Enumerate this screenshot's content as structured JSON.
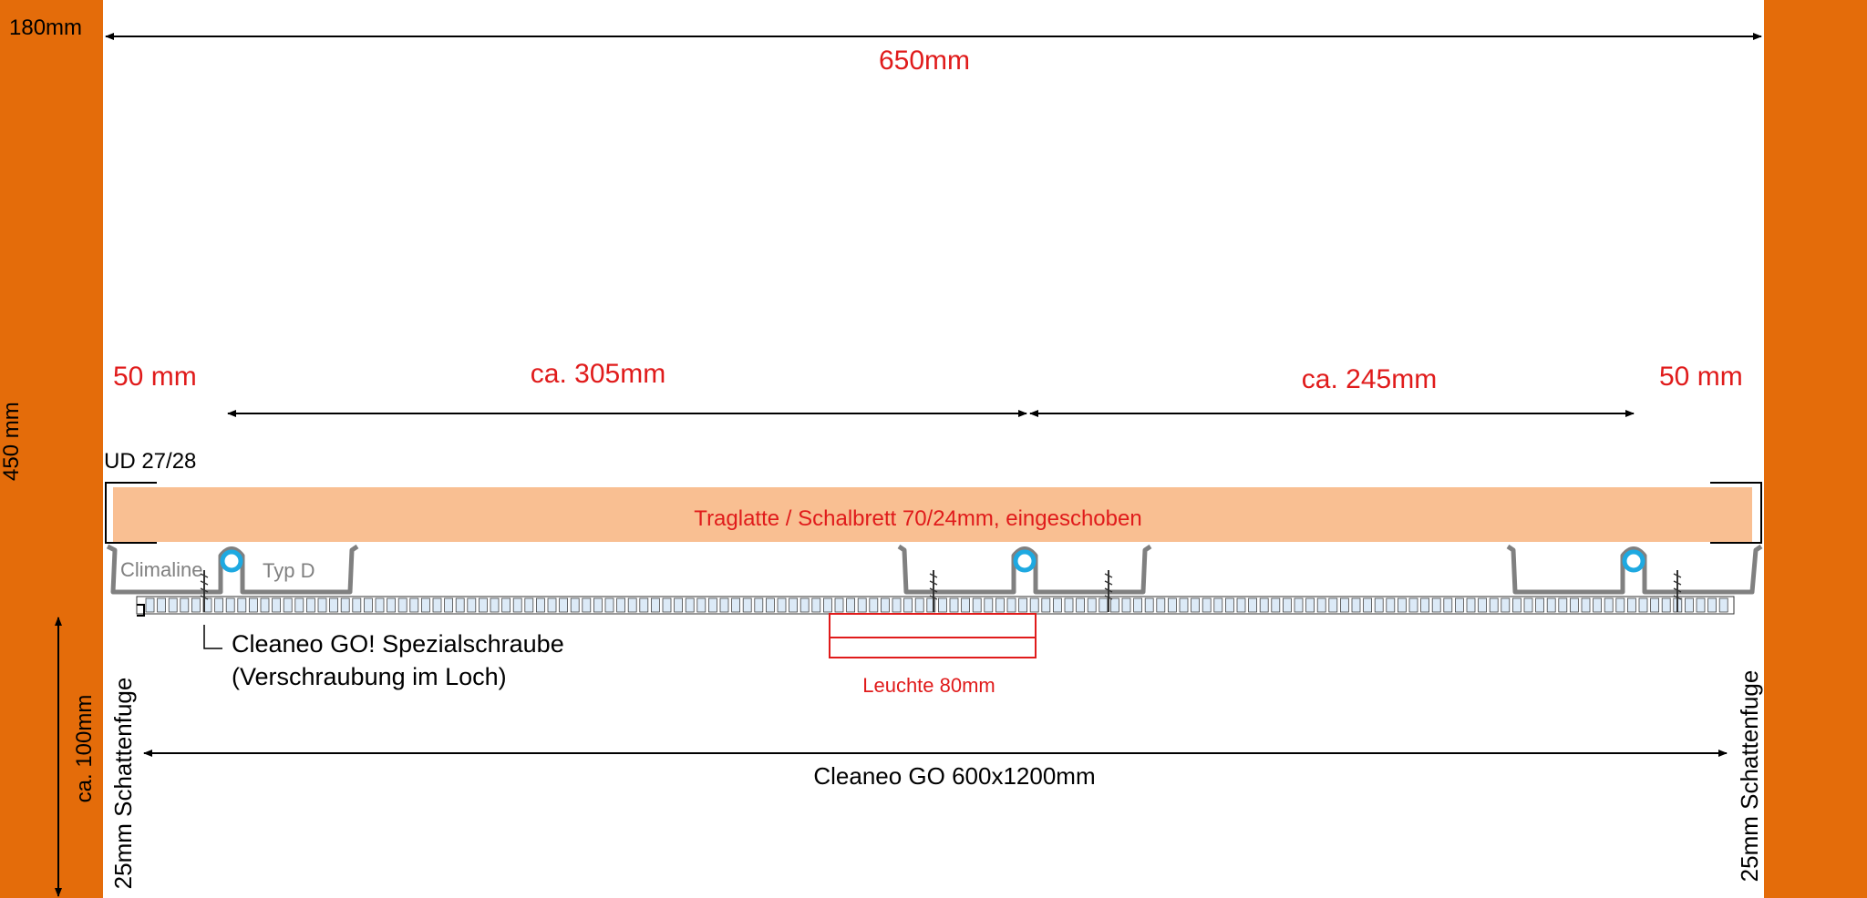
{
  "colors": {
    "orange_side": "#E46C0A",
    "batten_fill": "#F9BF92",
    "red_text": "#E01B1B",
    "gray_profile": "#808080",
    "panel_cell": "#DCEAF7",
    "ring": "#1EA9E1"
  },
  "left_margin": {
    "top_label": "180mm",
    "mid_label": "450 mm"
  },
  "dimensions": {
    "total": "650mm",
    "left_edge": "50 mm",
    "right_edge": "50 mm",
    "span_left": "ca. 305mm",
    "span_right": "ca. 245mm"
  },
  "profile_label": "UD 27/28",
  "batten_label": "Traglatte / Schalbrett 70/24mm, eingeschoben",
  "climaline": {
    "name": "Climaline",
    "type": "Typ D"
  },
  "screw_note": {
    "line1": "Cleaneo GO! Spezialschraube",
    "line2": "(Verschraubung im Loch)"
  },
  "luminaire_label": "Leuchte 80mm",
  "panel_label": "Cleaneo GO 600x1200mm",
  "height_label": "ca. 100mm",
  "shadow_gap_left": "25mm Schattenfuge",
  "shadow_gap_right": "25mm Schattenfuge"
}
